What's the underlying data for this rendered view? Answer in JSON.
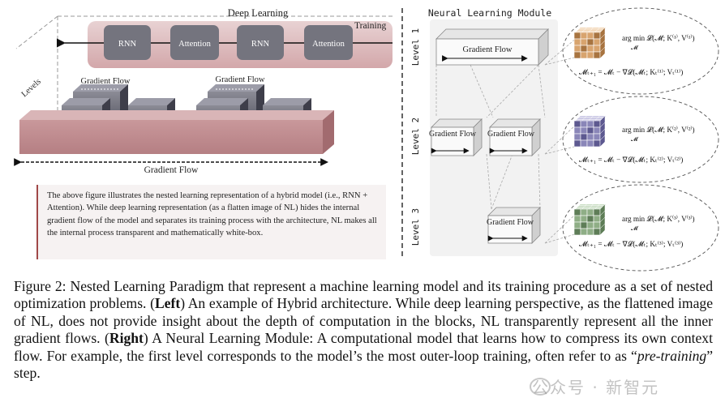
{
  "left_panel": {
    "title": "Deep Learning",
    "training_label": "Training",
    "blocks": [
      "RNN",
      "Attention",
      "RNN",
      "Attention"
    ],
    "levels_label": "Levels",
    "gradient_flow_top_1": "Gradient Flow",
    "gradient_flow_top_2": "Gradient Flow",
    "gradient_flow_bottom": "Gradient Flow",
    "note_text": "The above figure illustrates the nested learning representation of a hybrid model (i.e., RNN + Attention). While deep learning representation (as a flatten image of NL) hides the internal gradient flow of the model and separates its training process with the architecture, NL makes all the internal process transparent and mathematically white-box."
  },
  "right_panel": {
    "title": "Neural Learning Module",
    "levels": [
      {
        "label": "Level 1",
        "boxes": [
          "Gradient Flow"
        ],
        "argmin": "arg min 𝓛(𝓜; K⁽¹⁾, V⁽¹⁾)",
        "argmin_sub": "𝓜",
        "update": "𝓜ₜ₊₁ = 𝓜ₜ − ∇𝓛(𝓜ₜ; Kₜ⁽¹⁾; Vₜ⁽¹⁾)"
      },
      {
        "label": "Level 2",
        "boxes": [
          "Gradient Flow",
          "Gradient Flow"
        ],
        "argmin": "arg min 𝓛(𝓜; K⁽²⁾, V⁽²⁾)",
        "argmin_sub": "𝓜",
        "update": "𝓜ₜ₊₁ = 𝓜ₜ − ∇𝓛(𝓜ₜ; Kₜ⁽²⁾; Vₜ⁽²⁾)"
      },
      {
        "label": "Level 3",
        "boxes": [
          "Gradient Flow"
        ],
        "argmin": "arg min 𝓛(𝓜; K⁽³⁾, V⁽³⁾)",
        "argmin_sub": "𝓜",
        "update": "𝓜ₜ₊₁ = 𝓜ₜ − ∇𝓛(𝓜ₜ; Kₜ⁽³⁾; Vₜ⁽³⁾)"
      }
    ]
  },
  "caption": {
    "prefix": "Figure 2:  Nested Learning Paradigm that represent a machine learning model and its training procedure as a set of nested optimization problems. (",
    "left_bold": "Left",
    "middle": ") An example of Hybrid architecture. While deep learning perspective, as the flattened image of NL, does not provide insight about the depth of computation in the blocks, NL transparently represent all the inner gradient flows. (",
    "right_bold": "Right",
    "after_right": ") A Neural Learning Module: A computational model that learns how to compress its own context flow. For example, the first level corresponds to the model’s the most outer-loop training, often refer to as “",
    "italic": "pre-training",
    "suffix": "” step."
  },
  "watermark": "公众号 · 新智元",
  "colors": {
    "pink_band": "#d9b3b6",
    "slab_front": "#c48f92",
    "slab_top": "#dcb9bb",
    "block_gray": "#6e6e78",
    "block_dark": "#4a4a58",
    "cube_orange": "#d8a46e",
    "cube_purple": "#8a86b8",
    "cube_green": "#8fae86",
    "note_border": "#a04848"
  }
}
